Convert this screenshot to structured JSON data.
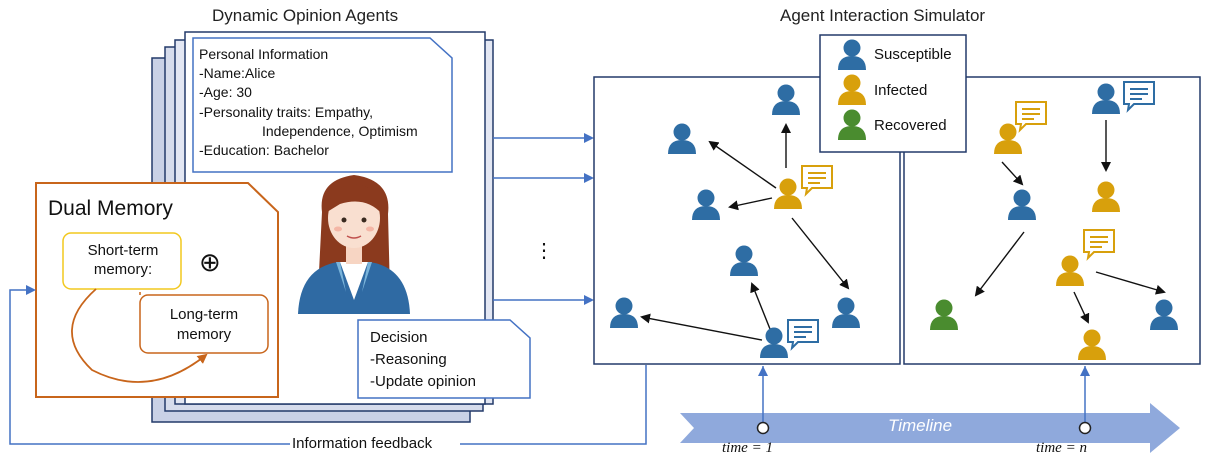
{
  "titles": {
    "left": "Dynamic Opinion Agents",
    "right": "Agent Interaction Simulator"
  },
  "personal_info": {
    "heading": "Personal Information",
    "name": "-Name:Alice",
    "age": "-Age: 30",
    "traits_line1": "-Personality traits: Empathy,",
    "traits_line2": "Independence, Optimism",
    "education": "-Education: Bachelor"
  },
  "dual_memory": {
    "title": "Dual Memory",
    "short_term": "Short-term memory:",
    "long_term": "Long-term memory",
    "plus": "⊕"
  },
  "decision": {
    "heading": "Decision",
    "reasoning": "-Reasoning",
    "update": "-Update opinion"
  },
  "ellipsis": "⋮",
  "legend": {
    "susceptible": "Susceptible",
    "infected": "Infected",
    "recovered": "Recovered"
  },
  "colors": {
    "susceptible": "#2e6da4",
    "infected": "#d8a00c",
    "recovered": "#4a8c2f",
    "memory_border": "#c8651b",
    "short_term_border": "#f2c81e",
    "link": "#4472c4",
    "timeline": "#8fa9dc"
  },
  "feedback_label": "Information feedback",
  "timeline": {
    "label": "Timeline",
    "t1": "time = 1",
    "tn": "time = n"
  }
}
